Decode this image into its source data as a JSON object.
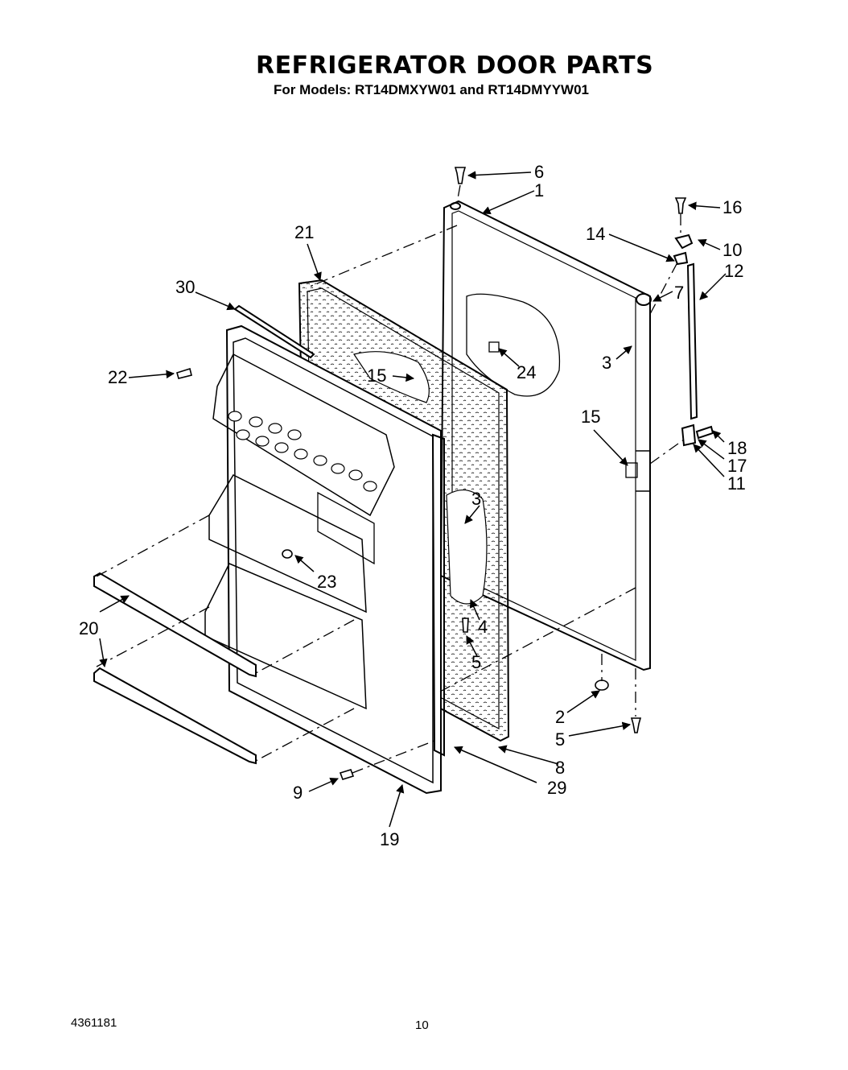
{
  "title": "REFRIGERATOR DOOR PARTS",
  "subtitle": "For Models: RT14DMXYW01 and RT14DMYYW01",
  "part_labels": {
    "p1": "1",
    "p2": "2",
    "p3a": "3",
    "p3b": "3",
    "p4": "4",
    "p5a": "5",
    "p5b": "5",
    "p6": "6",
    "p7": "7",
    "p8": "8",
    "p9": "9",
    "p10": "10",
    "p11": "11",
    "p12": "12",
    "p14": "14",
    "p15a": "15",
    "p15b": "15",
    "p16": "16",
    "p17": "17",
    "p18": "18",
    "p19": "19",
    "p20": "20",
    "p21": "21",
    "p22": "22",
    "p23": "23",
    "p24": "24",
    "p29": "29",
    "p30": "30"
  },
  "footer": {
    "doc_number": "4361181",
    "page_number": "10"
  }
}
